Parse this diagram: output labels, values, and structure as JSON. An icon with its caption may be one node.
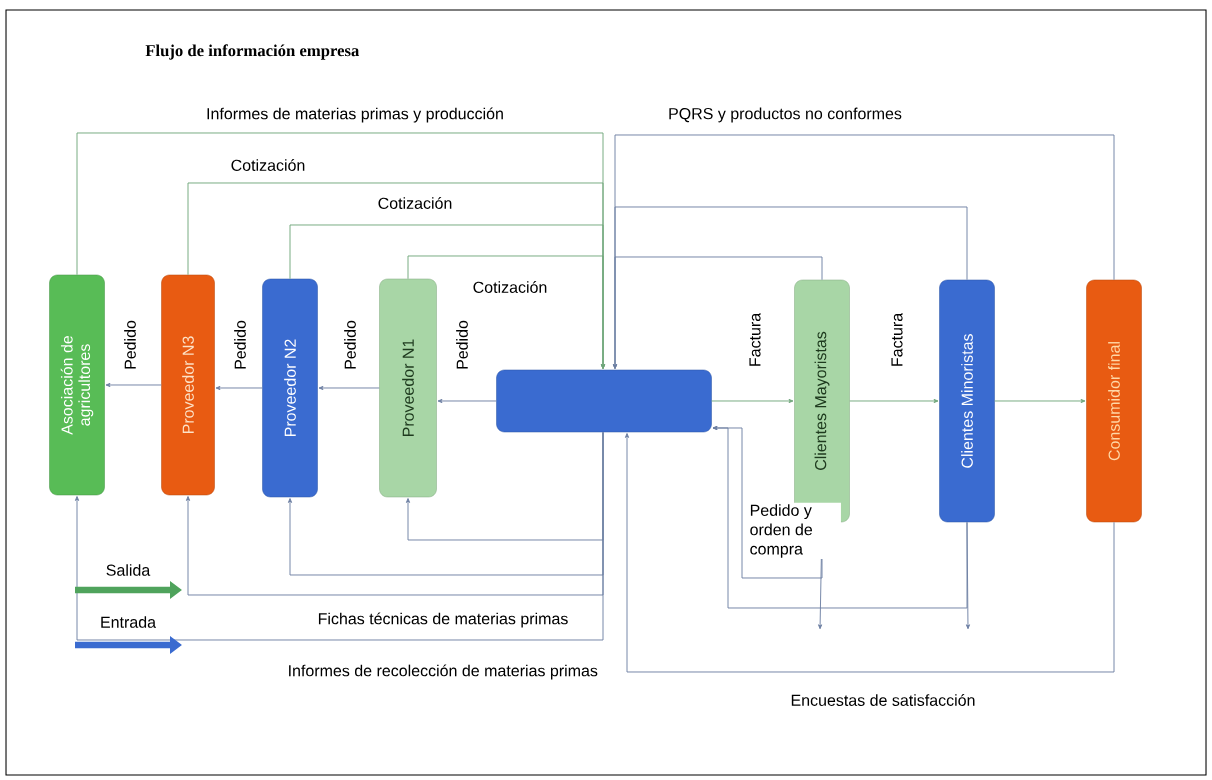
{
  "diagram": {
    "title": "Flujo de información empresa",
    "nodes": [
      {
        "text": [
          "Asociación de agricultores"
        ]
      },
      {
        "text": [
          "Proveedor N3"
        ]
      },
      {
        "text": [
          "Proveedor N2"
        ]
      },
      {
        "text": [
          "Proveedor N1"
        ]
      },
      {
        "text": [],
        "shape": "box"
      },
      {
        "text": [
          "Clientes Mayoristas"
        ]
      },
      {
        "text": [
          "Clientes Minoristas"
        ]
      },
      {
        "text": [
          "Consumidor final"
        ]
      }
    ],
    "edges": [
      {
        "from": 4,
        "to": 3,
        "arrow": "to",
        "label": "Pedido"
      },
      {
        "from": 3,
        "to": 2,
        "arrow": "to",
        "label": "Pedido"
      },
      {
        "from": 2,
        "to": 1,
        "arrow": "to",
        "label": "Pedido"
      },
      {
        "from": 1,
        "to": 0,
        "arrow": "to",
        "label": "Pedido"
      },
      {
        "from": 4,
        "to": 5,
        "arrow": "to",
        "label": "Factura",
        "color": "#6fa67a"
      },
      {
        "from": 5,
        "to": 6,
        "arrow": "to",
        "label": "Factura",
        "color": "#6fa67a"
      },
      {
        "from": 6,
        "to": 7,
        "arrow": "to",
        "color": "#6fa67a"
      },
      {
        "from": 0,
        "to": 4,
        "arrow": "to",
        "label": "Informes de materias primas y producción",
        "color": "#6fa67a"
      },
      {
        "from": 1,
        "to": 4,
        "arrow": "to",
        "label": "Cotización",
        "color": "#6fa67a"
      },
      {
        "from": 2,
        "to": 4,
        "arrow": "to",
        "label": "Cotización",
        "color": "#6fa67a"
      },
      {
        "from": 3,
        "to": 4,
        "arrow": "to",
        "label": "Cotización",
        "color": "#6fa67a"
      },
      {
        "from": 7,
        "to": 4,
        "arrow": "to",
        "label": "PQRS y productos no conformes"
      },
      {
        "from": 6,
        "to": 4,
        "arrow": "to"
      },
      {
        "from": 5,
        "to": 4,
        "arrow": "to"
      },
      {
        "from": 4,
        "to": 3,
        "arrow": "to"
      },
      {
        "from": 4,
        "to": 2,
        "arrow": "to"
      },
      {
        "from": 4,
        "to": 1,
        "arrow": "to",
        "label": "Fichas técnicas de materias primas"
      },
      {
        "from": 4,
        "to": 0,
        "arrow": "to",
        "label": "Informes de recolección de materias primas"
      },
      {
        "from": 5,
        "to": 4,
        "arrow": "to",
        "label": "Pedido y orden de compra"
      },
      {
        "from": 6,
        "to": 4,
        "arrow": "to"
      },
      {
        "from": 7,
        "to": 4,
        "arrow": "to",
        "label": "Encuestas de satisfacción"
      },
      {
        "from": 5,
        "to": null,
        "arrow": "to"
      },
      {
        "from": 6,
        "to": null,
        "arrow": "to"
      }
    ],
    "legend": [
      {
        "text": "Salida"
      },
      {
        "text": "Entrada"
      }
    ]
  }
}
